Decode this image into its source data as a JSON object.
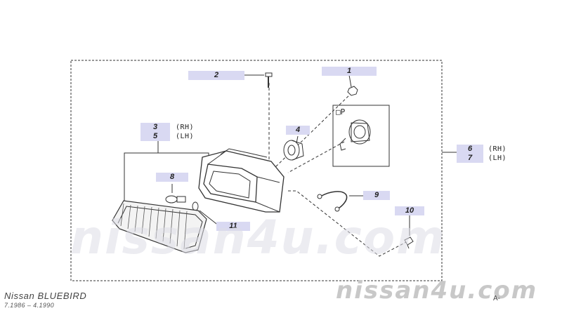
{
  "callouts": {
    "c1": "1",
    "c2": "2",
    "c3": "3",
    "c5": "5",
    "c4": "4",
    "c6": "6",
    "c7": "7",
    "c8": "8",
    "c9": "9",
    "c10": "10",
    "c11": "11"
  },
  "side_labels": {
    "rh": "(RH)",
    "lh": "(LH)"
  },
  "option_label": "□P",
  "watermark": "nissan4u.com",
  "footer": {
    "model": "Nissan BLUEBIRD",
    "years": "7.1986 – 4.1990",
    "page_code": "A-"
  }
}
